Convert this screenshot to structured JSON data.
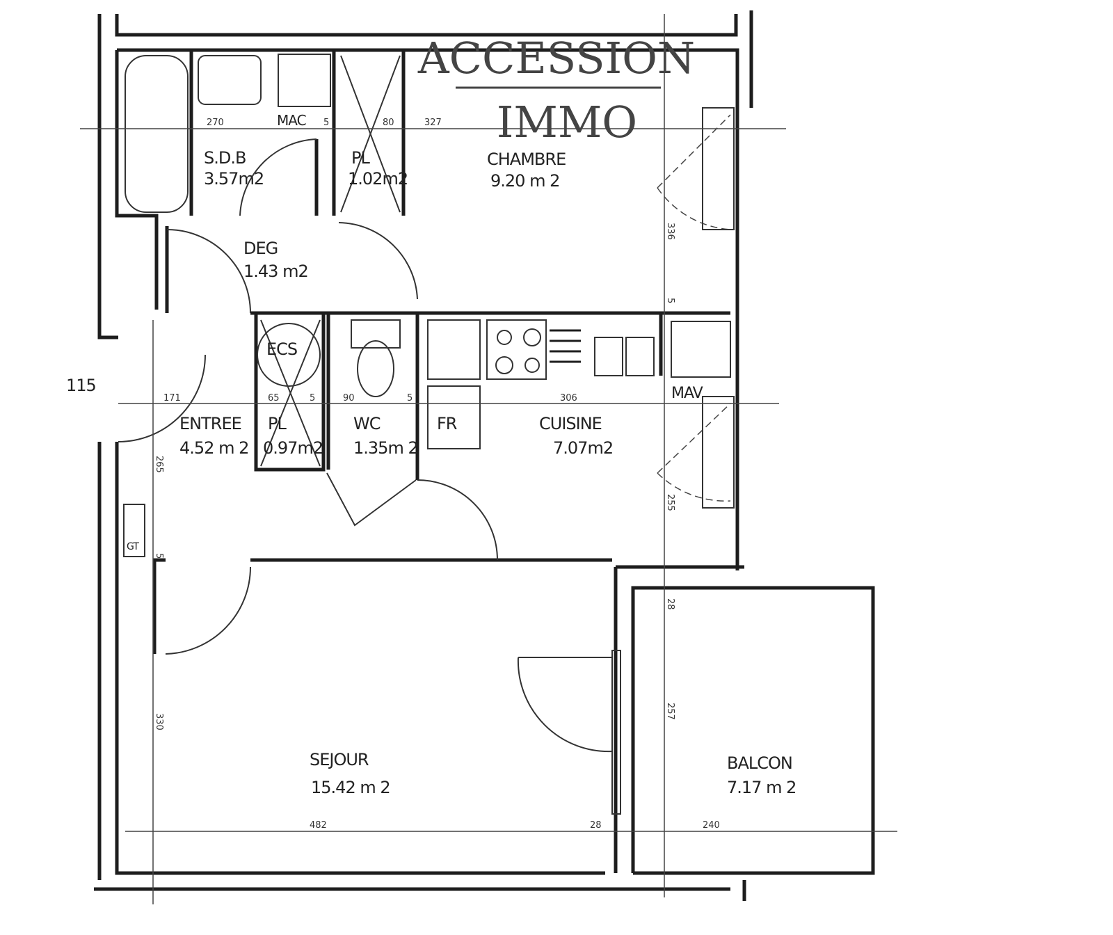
{
  "logo": {
    "line1": "ACCESSION",
    "line2": "IMMO"
  },
  "rooms": {
    "sdb": {
      "name": "S.D.B",
      "area": "3.57m2"
    },
    "pl1": {
      "name": "PL",
      "area": "1.02m2"
    },
    "chambre": {
      "name": "CHAMBRE",
      "area": "9.20 m 2"
    },
    "deg": {
      "name": "DEG",
      "area": "1.43 m2"
    },
    "entree": {
      "name": "ENTREE",
      "area": "4.52 m 2"
    },
    "pl2": {
      "name": "PL",
      "area": "0.97m2"
    },
    "wc": {
      "name": "WC",
      "area": "1.35m 2"
    },
    "cuisine": {
      "name": "CUISINE",
      "area": "7.07m2"
    },
    "sejour": {
      "name": "SEJOUR",
      "area": "15.42 m 2"
    },
    "balcon": {
      "name": "BALCON",
      "area": "7.17 m 2"
    }
  },
  "fixtures": {
    "mac": "MAC",
    "ecs": "ECS",
    "fr": "FR",
    "mav": "MAV",
    "gt": "GT"
  },
  "dimensions": {
    "entry_height": "115",
    "d270": "270",
    "d5a": "5",
    "d80": "80",
    "d327": "327",
    "d171": "171",
    "d65": "65",
    "d5b": "5",
    "d90": "90",
    "d5c": "5",
    "d306": "306",
    "d336": "336",
    "d5d": "5",
    "d255": "255",
    "d28a": "28",
    "d257": "257",
    "d265": "265",
    "d5e": "5",
    "d330": "330",
    "d482": "482",
    "d28b": "28",
    "d240": "240"
  }
}
